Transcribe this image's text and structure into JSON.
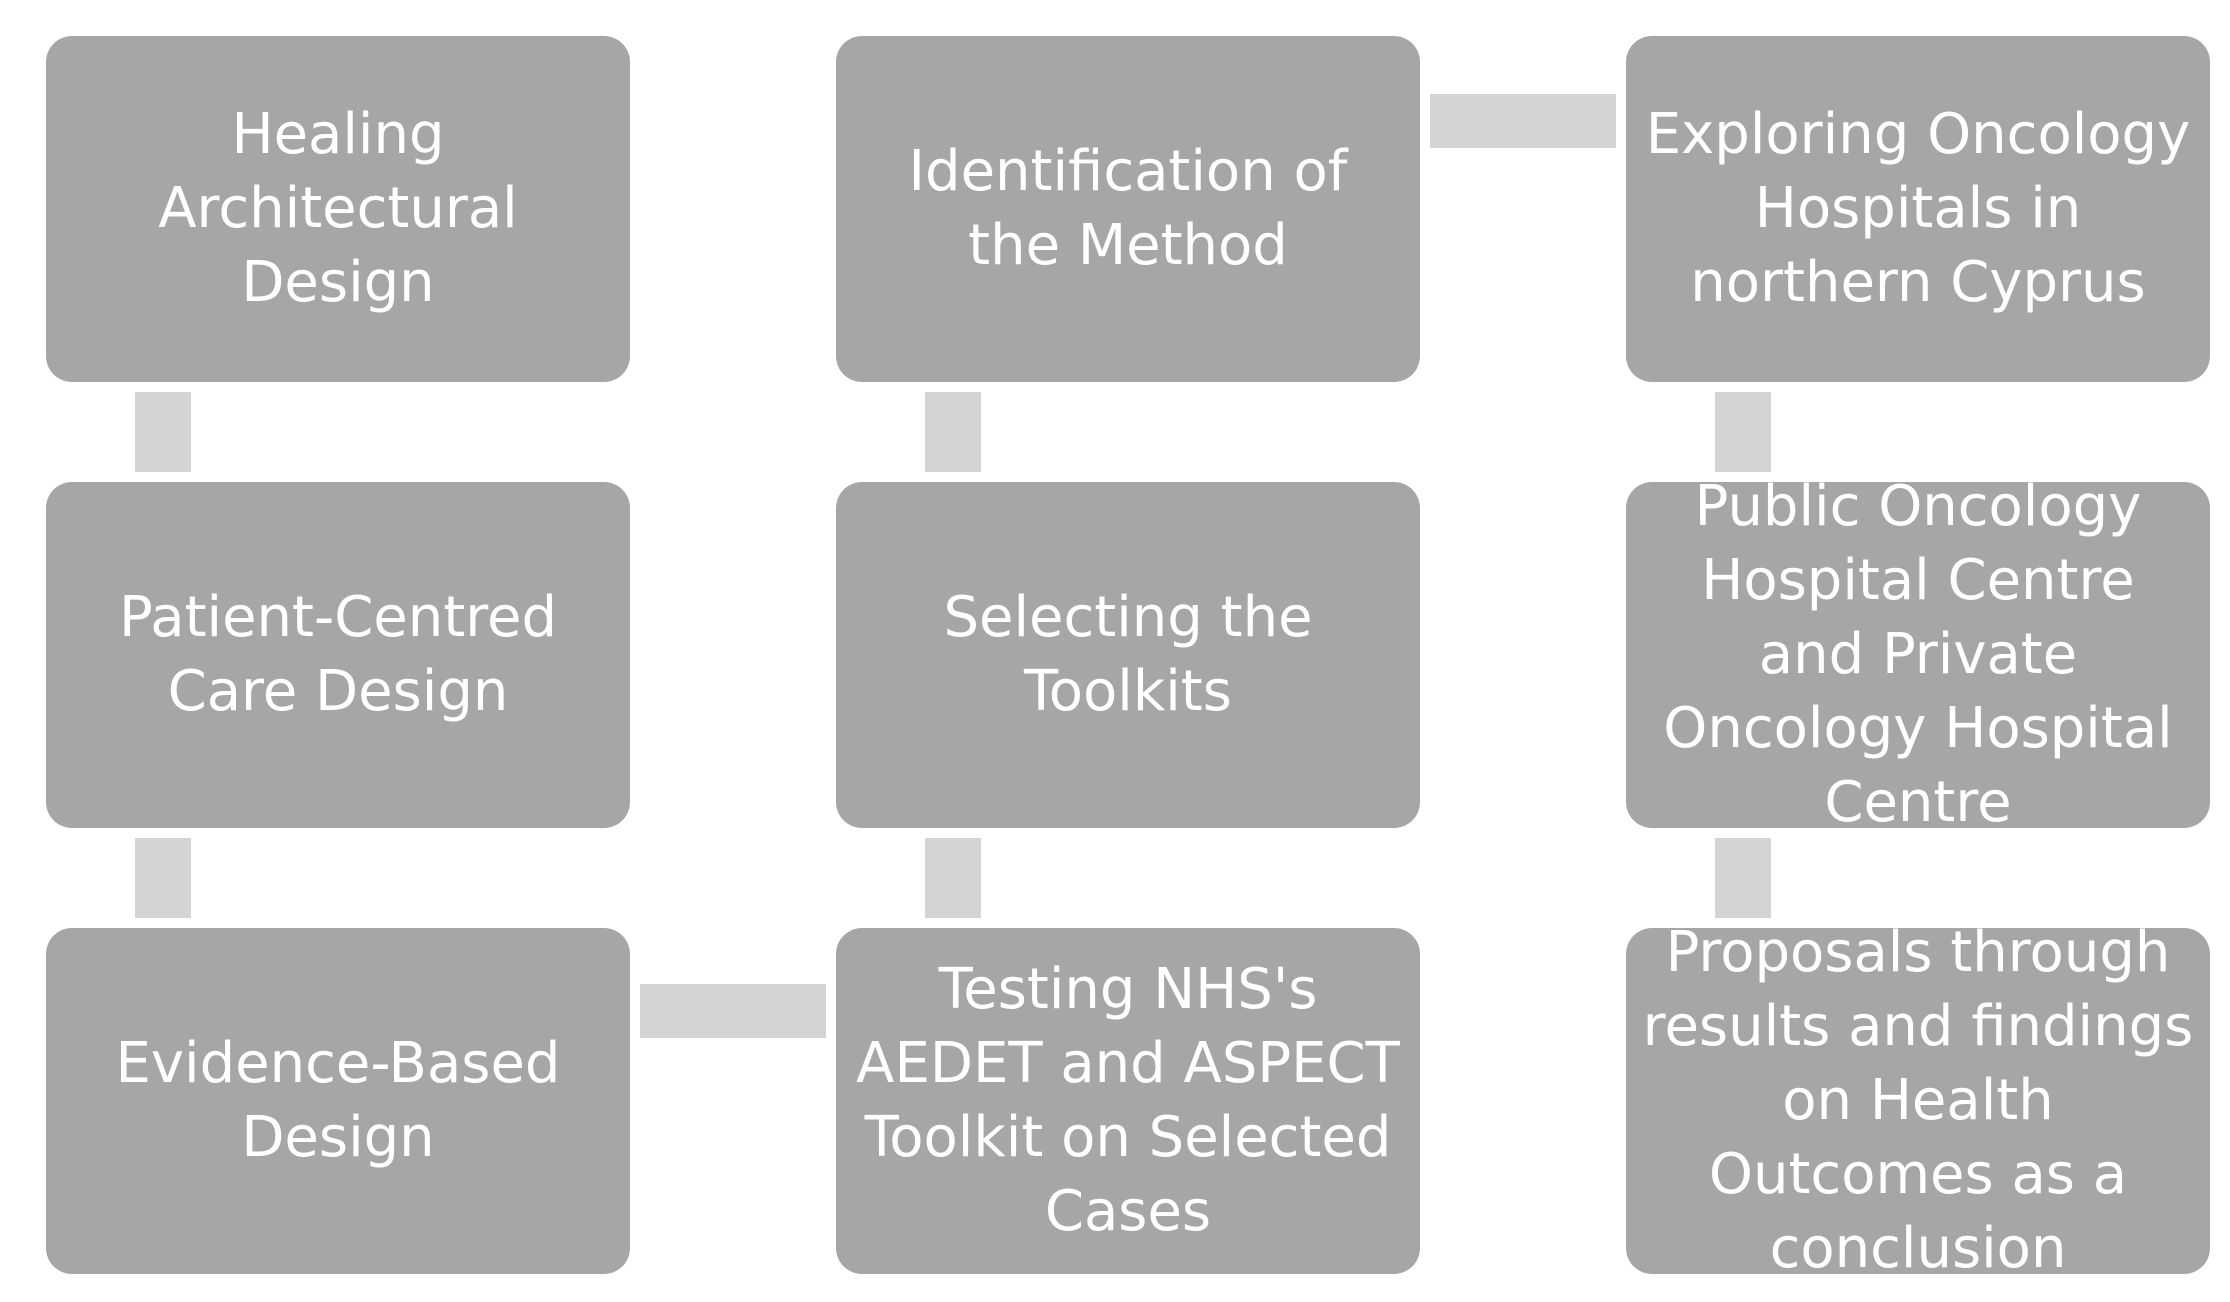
{
  "diagram": {
    "colors": {
      "box_fill": "#a6a6a6",
      "connector_fill": "#d4d4d4",
      "text": "#ffffff"
    },
    "boxes": [
      {
        "id": "healing-architectural-design",
        "label": "Healing\nArchitectural\nDesign"
      },
      {
        "id": "patient-centred-care-design",
        "label": "Patient-Centred\nCare Design"
      },
      {
        "id": "evidence-based-design",
        "label": "Evidence-Based\nDesign"
      },
      {
        "id": "identification-of-the-method",
        "label": "Identification of\nthe Method"
      },
      {
        "id": "selecting-the-toolkits",
        "label": "Selecting the\nToolkits"
      },
      {
        "id": "testing-nhs-toolkit",
        "label": "Testing NHS's\nAEDET and ASPECT\nToolkit on Selected\nCases"
      },
      {
        "id": "exploring-oncology-hospitals",
        "label": "Exploring Oncology\nHospitals in\nnorthern Cyprus"
      },
      {
        "id": "public-private-oncology-centres",
        "label": "Public Oncology\nHospital  Centre\nand Private\nOncology Hospital\nCentre"
      },
      {
        "id": "proposals-conclusion",
        "label": "Proposals  through\nresults and findings\non Health\nOutcomes as a\nconclusion"
      }
    ]
  }
}
